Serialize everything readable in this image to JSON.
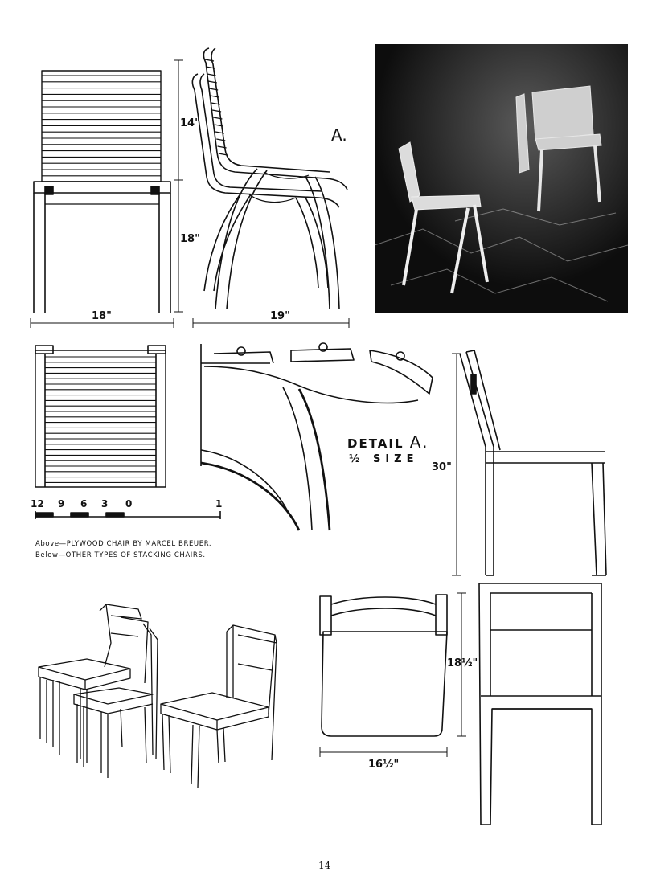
{
  "dimensions": {
    "back_height": "14\"",
    "seat_height": "18\"",
    "front_width": "18\"",
    "side_depth": "19\"",
    "total_height": "30\"",
    "plan_depth": "18½\"",
    "plan_width": "16½\""
  },
  "detail": {
    "marker": "A.",
    "title_prefix": "DETAIL",
    "title_letter": "A.",
    "scale": "½ SIZE"
  },
  "scale_bar": {
    "labels": [
      "12",
      "9",
      "6",
      "3",
      "0",
      "1"
    ]
  },
  "caption": {
    "above": "Above—PLYWOOD CHAIR BY MARCEL BREUER.",
    "below": "Below—OTHER TYPES OF STACKING CHAIRS."
  },
  "page_number": "14",
  "colors": {
    "ink": "#111111",
    "paper": "#ffffff",
    "photo_bg": "#0d0d0d"
  }
}
